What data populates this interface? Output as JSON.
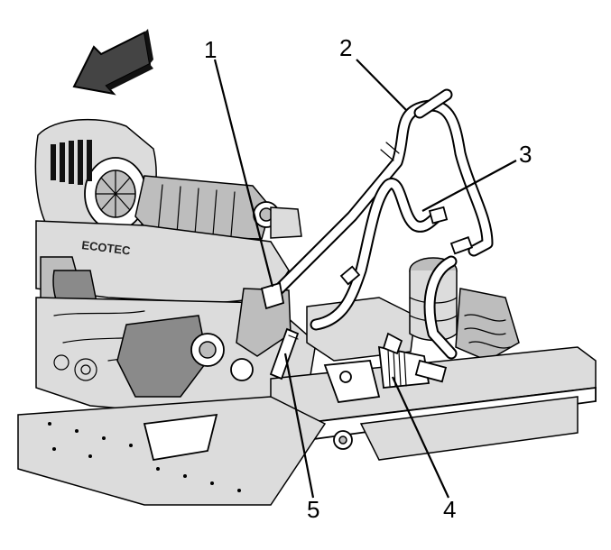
{
  "figure": {
    "brand_text": "ECOTEC",
    "callouts": [
      {
        "label": "1",
        "part": "quick-connect-fitting"
      },
      {
        "label": "2",
        "part": "heater-inlet-hose"
      },
      {
        "label": "3",
        "part": "heater-outlet-hose"
      },
      {
        "label": "4",
        "part": "heater-valve"
      },
      {
        "label": "5",
        "part": "hose-connector"
      }
    ],
    "icons": {
      "direction": "front-direction-arrow-icon"
    }
  }
}
